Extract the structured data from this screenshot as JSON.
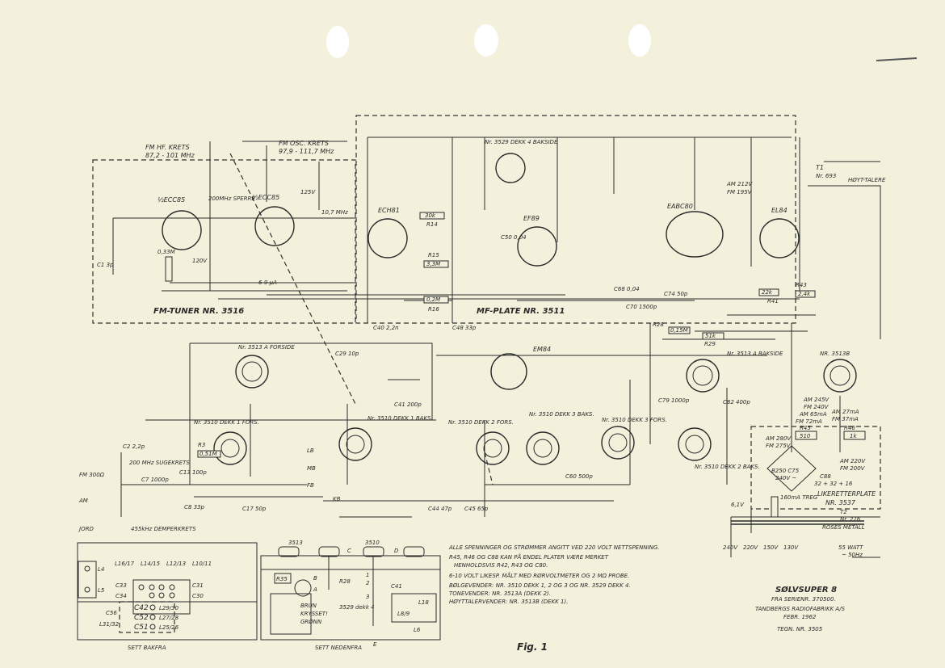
{
  "title_block": {
    "name": "SØLVSUPER 8",
    "serial": "FRA SERIENR. 370500.",
    "maker": "TANDBERGS RADIOFABRIKK A/S",
    "date": "FEBR. 1962",
    "drawing_no": "TEGN. NR. 3505"
  },
  "figure_label": "Fig. 1",
  "boards": {
    "fm_tuner": "FM-TUNER NR. 3516",
    "mf_plate": "MF-PLATE NR. 3511",
    "rectifier": "LIKERETTERPLATE",
    "rectifier_no": "NR. 3537"
  },
  "notes": [
    "ALLE SPENNINGER OG STRØMMER ANGITT VED 220 VOLT NETTSPENNING.",
    "R45, R46 OG C88 KAN PÅ ENDEL PLATER VÆRE MERKET",
    "HENHOLDSVIS R42, R43 OG C80.",
    "6-10 VOLT LIKESP. MÅLT MED RØRVOLTMETER OG 2 MΩ PROBE.",
    "BØLGEVENDER: NR. 3510 DEKK 1, 2 OG 3 OG NR. 3529 DEKK 4.",
    "TONEVENDER: NR. 3513A (DEKK 2).",
    "HØYTTALERVENDER: NR. 3513B (DEKK 1)."
  ],
  "tubes": {
    "ecc85a": "½ECC85",
    "ecc85b": "½ECC85",
    "ech81": "ECH81",
    "ef89": "EF89",
    "eabc80": "EABC80",
    "el84": "EL84",
    "em84": "EM84"
  },
  "labels": {
    "fm_hf": "FM HF. KRETS",
    "fm_hf_f": "87,2 - 101 MHz",
    "fm_osc": "FM OSC. KRETS",
    "fm_osc_f": "97,9 - 111,7 MHz",
    "sperre": "200MHz SPERRE",
    "mhz107": "10,7 MHz",
    "v120": "120V",
    "v125": "125V",
    "ua": "6-9 μA",
    "t1": "T1",
    "t1no": "Nr. 693",
    "speakers": "HØYT-TALERE",
    "sw3513a_f": "Nr. 3513 A FORSIDE",
    "sw3513a_b": "Nr. 3513 A BAKSIDE",
    "sw3513b": "NR. 3513B",
    "sw3510_d1f": "Nr. 3510 DEKK 1 FORS.",
    "sw3510_d1b": "Nr. 3510 DEKK 1 BAKS.",
    "sw3510_d2f": "Nr. 3510 DEKK 2 FORS.",
    "sw3510_d3b": "Nr. 3510 DEKK 3 BAKS.",
    "sw3510_d3f": "Nr. 3510 DEKK 3 FORS.",
    "sw3510_d2b": "Nr. 3510 DEKK 2 BAKS.",
    "sw3529": "Nr. 3529 DEKK 4 BAKSIDE",
    "fm": "FM 300Ω",
    "am": "AM",
    "jord": "JORD",
    "sugekrets": "200 MHz SUGEKRETS",
    "demper": "455kHz DEMPERKRETS",
    "am212": "AM 212V",
    "fm195": "FM 195V",
    "am245": "AM 245V",
    "fm240": "FM 240V",
    "am65": "AM 65mA",
    "fm72": "FM 72mA",
    "am27": "AM 27mA",
    "fm37": "FM 37mA",
    "am280": "AM 280V",
    "fm275": "FM 275V",
    "am220": "AM 220V",
    "fm200": "FM 200V",
    "bridge": "B250 C75",
    "bridge_v": "240V ~",
    "treg": "160mA TREG",
    "c88": "C88",
    "c88v": "32 + 32 + 16",
    "r45": "R45",
    "r45v": "510",
    "r46": "R46",
    "r46v": "1k",
    "v61": "6,1V",
    "t2": "T2",
    "t2no": "Nr. 276",
    "roses": "ROSES METALL",
    "tap240": "240V",
    "tap220": "220V",
    "tap150": "150V",
    "tap130": "130V",
    "power": "55 WATT",
    "freq": "~ 50Hz",
    "mb": "MB",
    "lb": "LB",
    "fb": "FB",
    "kb": "KB",
    "r3": "R3",
    "r3v": "0,51M",
    "r15": "R15",
    "r15v": "3,3M",
    "r16": "R16",
    "r16v": "0,2M",
    "r14": "R14",
    "r14v": "30k",
    "r28": "R28",
    "r28v": "0,15M",
    "r29": "R29",
    "r29v": "51k",
    "r41": "R41",
    "r41v": "22k",
    "r43": "R43",
    "r43v": "2,4k",
    "r2v": "0,33M",
    "c70": "C70 1500p",
    "c74": "C74 50p",
    "c29": "C29 10p",
    "c48": "C48 33p",
    "c40": "C40 2,2n",
    "c50": "C50 0,04",
    "c68": "C68 0,04",
    "c79": "C79 1000p",
    "c82": "C82 400p",
    "c41": "C41 200p",
    "c60": "C60 500p",
    "c44": "C44 47p",
    "c45": "C45 65p",
    "c17": "C17 50p",
    "c13": "C13 100p",
    "c7": "C7 1000p",
    "c8": "C8 33p",
    "c2": "C2 2,2p",
    "c1": "C1 3p",
    "mark_3513": "3513",
    "mark_3510": "3510"
  },
  "bottom_views": {
    "rear": {
      "caption": "SETT BAKFRA",
      "items": [
        "L4",
        "L5",
        "L16/17",
        "L14/15",
        "L12/13",
        "L10/11",
        "C33",
        "C34",
        "C31",
        "C30",
        "C42",
        "C52",
        "C51",
        "L29/30",
        "L27/28",
        "L25/26",
        "C56",
        "L31/32"
      ]
    },
    "under": {
      "caption": "SETT NEDENFRA",
      "items": [
        "3513",
        "3510",
        "C",
        "D",
        "R35",
        "B",
        "A",
        "R28",
        "1",
        "2",
        "3",
        "C41",
        "BRUN",
        "KRYSSET!",
        "GRØNN",
        "3529 dekk 4",
        "E",
        "L8/9",
        "L18",
        "L6"
      ]
    }
  }
}
